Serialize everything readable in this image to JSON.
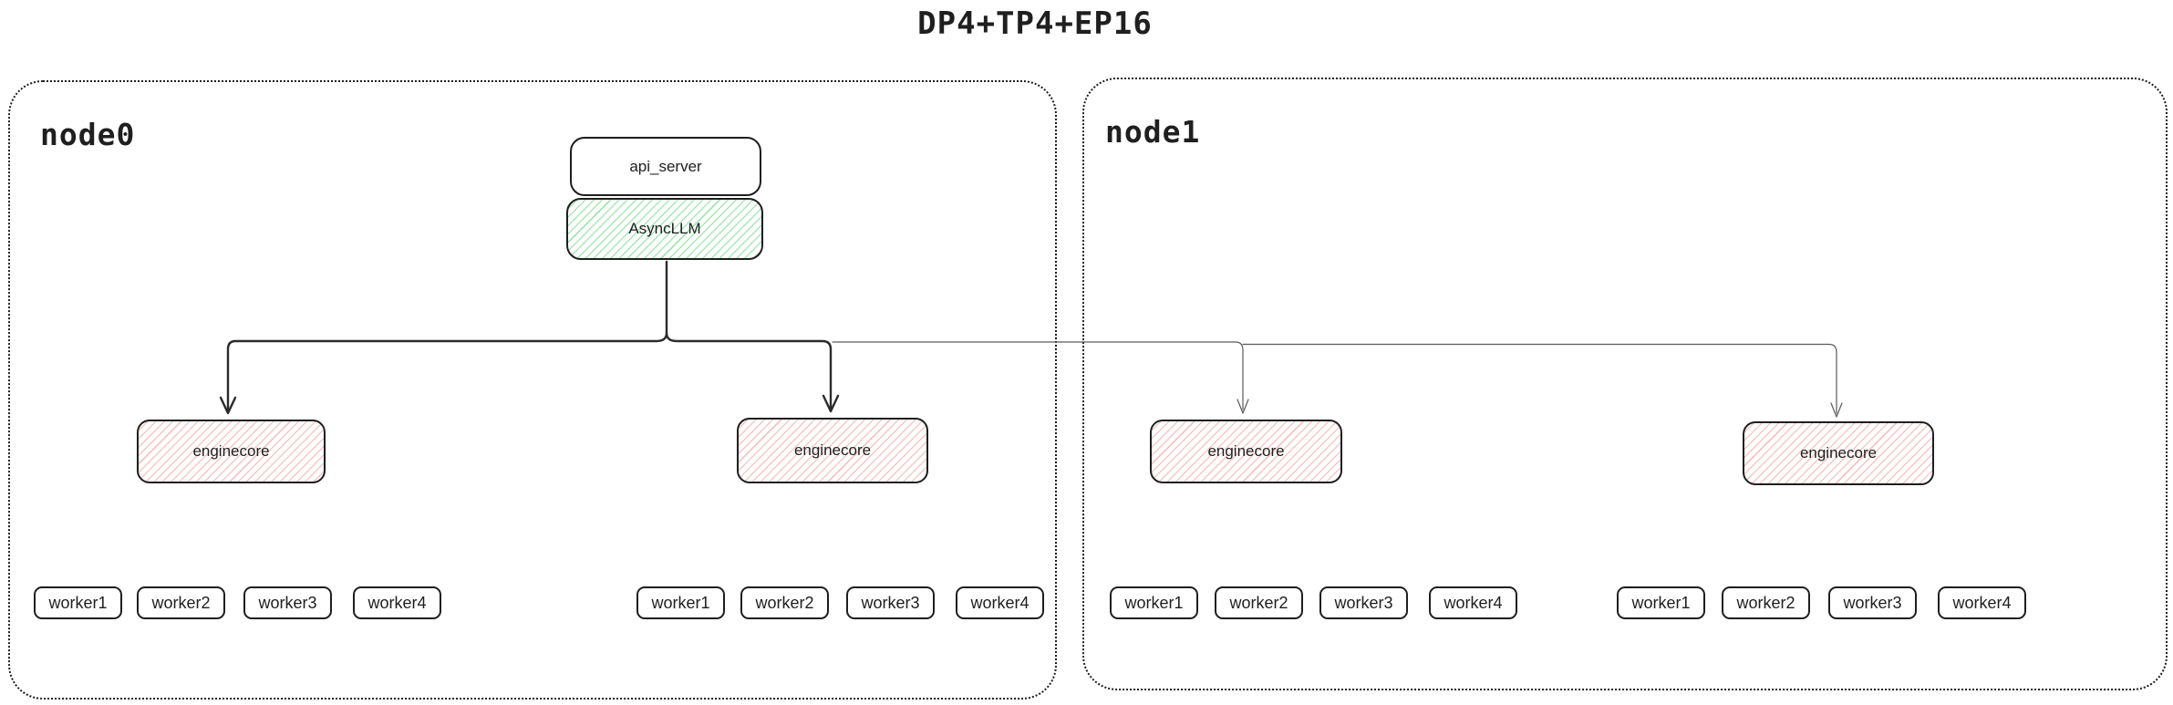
{
  "title": "DP4+TP4+EP16",
  "nodes": [
    {
      "label": "node0"
    },
    {
      "label": "node1"
    }
  ],
  "api_server": {
    "label": "api_server"
  },
  "async_llm": {
    "label": "AsyncLLM"
  },
  "enginecores": [
    {
      "label": "enginecore",
      "node": "node0"
    },
    {
      "label": "enginecore",
      "node": "node0"
    },
    {
      "label": "enginecore",
      "node": "node1"
    },
    {
      "label": "enginecore",
      "node": "node1"
    }
  ],
  "worker_groups": [
    [
      "worker1",
      "worker2",
      "worker3",
      "worker4"
    ],
    [
      "worker1",
      "worker2",
      "worker3",
      "worker4"
    ],
    [
      "worker1",
      "worker2",
      "worker3",
      "worker4"
    ],
    [
      "worker1",
      "worker2",
      "worker3",
      "worker4"
    ]
  ],
  "edges": [
    {
      "from": "AsyncLLM",
      "to": "enginecore-node0-left",
      "style": "thick-arrow"
    },
    {
      "from": "AsyncLLM",
      "to": "enginecore-node0-right",
      "style": "thick-arrow"
    },
    {
      "from": "AsyncLLM",
      "to": "enginecore-node1-left",
      "style": "thin-arrow"
    },
    {
      "from": "AsyncLLM",
      "to": "enginecore-node1-right",
      "style": "thin-arrow"
    }
  ],
  "colors": {
    "ink": "#1e1e1e",
    "async_llm_hatch": "#78e08e",
    "enginecore_hatch": "#f0a0a0",
    "background": "#ffffff"
  }
}
